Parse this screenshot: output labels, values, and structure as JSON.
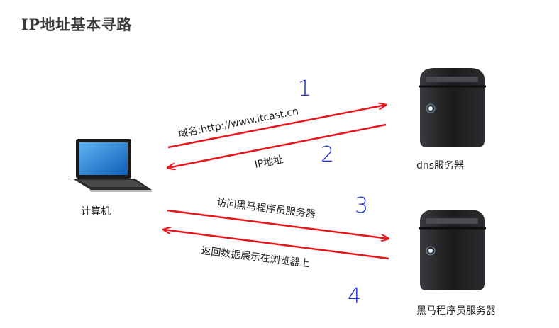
{
  "title": "IP地址基本寻路",
  "nodes": {
    "computer": {
      "label": "计算机"
    },
    "dns_server": {
      "label": "dns服务器"
    },
    "web_server": {
      "label": "黑马程序员服务器"
    }
  },
  "steps": [
    {
      "number": "1",
      "label": "域名:http://www.itcast.cn"
    },
    {
      "number": "2",
      "label": "IP地址"
    },
    {
      "number": "3",
      "label": "访问黑马程序员服务器"
    },
    {
      "number": "4",
      "label": "返回数据展示在浏览器上"
    }
  ],
  "colors": {
    "arrow": "#e8151b",
    "step_number": "#1a2fd6",
    "server_body": "#1b1b1d",
    "laptop_screen": "#1c7fd6"
  }
}
